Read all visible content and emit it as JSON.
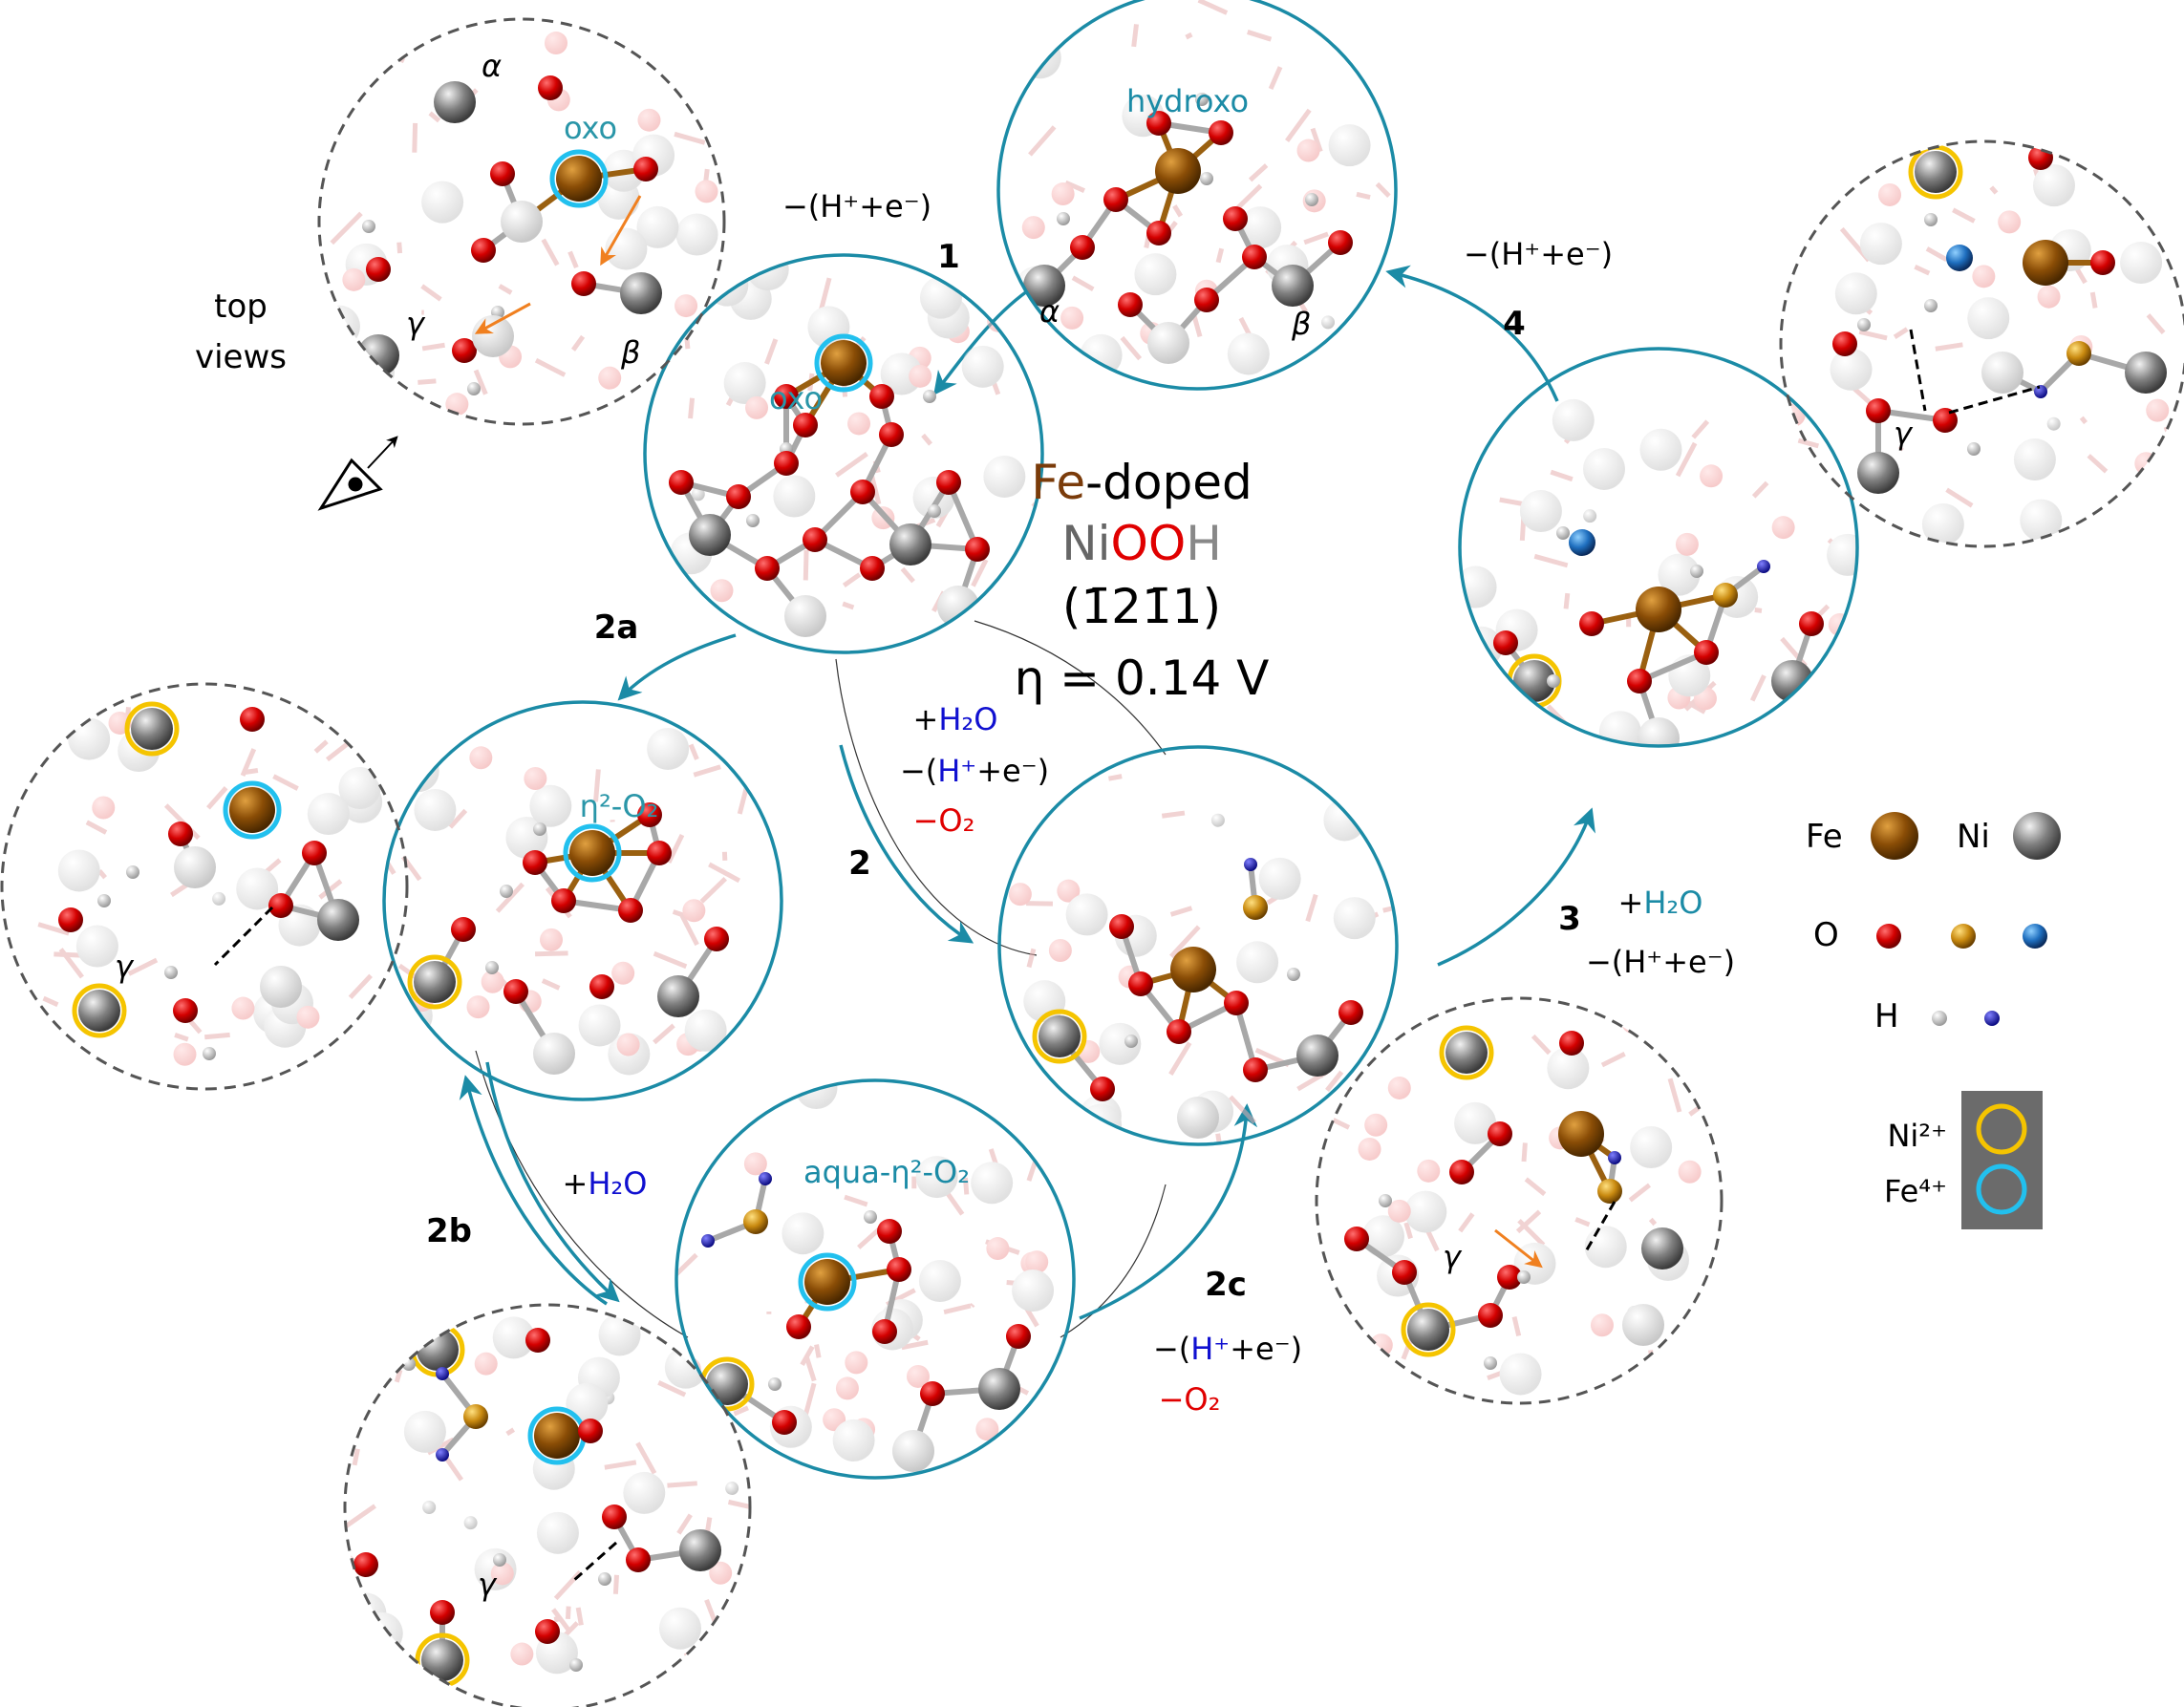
{
  "center": {
    "line1_a": "Fe",
    "line1_b": "-doped",
    "line2_a": "Ni",
    "line2_b": "OO",
    "line2_c": "H",
    "line3": "(1̄21̄1)",
    "line4": "η = 0.14 V"
  },
  "states": {
    "hydroxo": "hydroxo",
    "oxo": "oxo",
    "eta2": "η²-O₂",
    "aqua": "aqua-η²-O₂"
  },
  "top_views": {
    "label_1": "top",
    "label_2": "views",
    "oxo_label": "oxo",
    "alpha": "α",
    "beta": "β",
    "gamma": "γ"
  },
  "steps": {
    "s1": "1",
    "s2": "2",
    "s2a": "2a",
    "s2b": "2b",
    "s2c": "2c",
    "s3": "3",
    "s4": "4"
  },
  "reactions": {
    "minus_he": "−(H⁺+e⁻)",
    "plus": "+",
    "h2o": "H₂O",
    "minus_o2": "−O₂",
    "minus_open": "−(",
    "h_plus": "H⁺",
    "plus_e_close": "+e⁻)"
  },
  "legend": {
    "fe": "Fe",
    "ni": "Ni",
    "o": "O",
    "h": "H",
    "ni2": "Ni²⁺",
    "fe4": "Fe⁴⁺"
  },
  "colors": {
    "teal": "#1b8ba6",
    "state_label": "#2a96a8",
    "fe": "#8a4d06",
    "fe_label": "#7a3b0a",
    "ni": "#7a7a7a",
    "o": "#d40000",
    "o_brown": "#c98a10",
    "o_blue": "#1f6fbf",
    "h": "#e6e6e6",
    "h_blue": "#1010b0",
    "orange": "#f08020",
    "ni2_ring": "#f5c400",
    "fe4_ring": "#22c0ee"
  }
}
